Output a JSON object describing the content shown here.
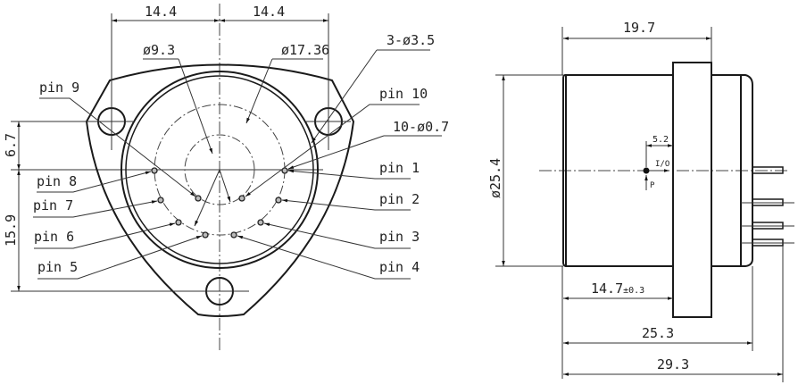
{
  "drawing": {
    "front_view": {
      "dimensions": {
        "hole_spacing_left": "14.4",
        "hole_spacing_right": "14.4",
        "inner_pin_circle_dia": "ø9.3",
        "outer_pin_circle_dia": "ø17.36",
        "mounting_holes": "3-ø3.5",
        "pin_holes": "10-ø0.7",
        "upper_offset": "6.7",
        "lower_offset": "15.9"
      },
      "pin_labels_left": [
        "pin 9",
        "pin 8",
        "pin 7",
        "pin 6",
        "pin 5"
      ],
      "pin_labels_right": [
        "pin 10",
        "pin 1",
        "pin 2",
        "pin 3",
        "pin 4"
      ]
    },
    "side_view": {
      "dimensions": {
        "body_to_flange_length": "19.7",
        "diameter": "ø25.4",
        "port_offset": "5.2",
        "port_label": "I/O",
        "port_pressure_label": "P",
        "body_length_main": "14.7",
        "body_length_tolerance": "±0.3",
        "length_without_pins": "25.3",
        "overall_length": "29.3"
      }
    },
    "colors": {
      "line": "#1a1a1a",
      "background": "#ffffff"
    }
  }
}
